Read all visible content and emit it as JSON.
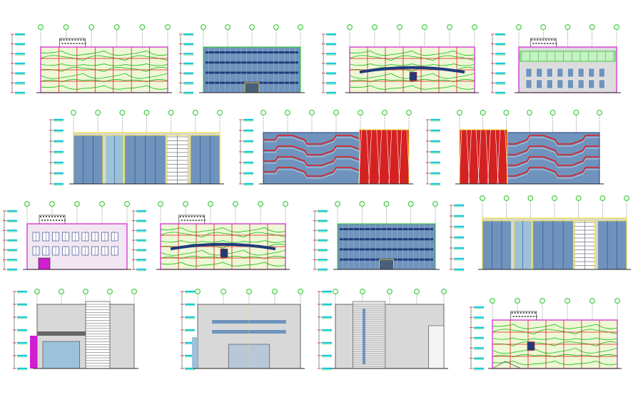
{
  "sheet": {
    "background": "#ffffff",
    "palette": {
      "blue_glass": "#6f93bd",
      "dark_blue": "#203a7a",
      "green": "#21c621",
      "red": "#e21b1b",
      "magenta": "#d01ed0",
      "yellow": "#f0e21a",
      "cyan": "#19c9d9",
      "grey": "#d8d8d8",
      "light_blue": "#9cc2db",
      "dark": "#333333"
    },
    "elevations": [
      {
        "id": "elev-r1-1",
        "style": "green_wave",
        "grid_count": 6,
        "roof": "top",
        "entrance": "centre-door"
      },
      {
        "id": "elev-r1-2",
        "style": "blue_bands",
        "grid_count": 5,
        "roof": "none",
        "entrance": "centre-door"
      },
      {
        "id": "elev-r1-3",
        "style": "green_wave",
        "grid_count": 6,
        "roof": "none",
        "entrance": "blue-canopy"
      },
      {
        "id": "elev-r1-4",
        "style": "green_windows",
        "grid_count": 5,
        "roof": "top",
        "entrance": "windows"
      },
      {
        "id": "elev-r2-1",
        "style": "mixed_towers",
        "grid_count": 7,
        "roof": "none",
        "entrance": "none"
      },
      {
        "id": "elev-r2-2",
        "style": "red_feature",
        "grid_count": 7,
        "roof": "none",
        "entrance": "right"
      },
      {
        "id": "elev-r2-3",
        "style": "red_feature",
        "grid_count": 7,
        "roof": "none",
        "entrance": "left"
      },
      {
        "id": "elev-r3-1",
        "style": "pink_windows",
        "grid_count": 5,
        "roof": "top",
        "entrance": "windows"
      },
      {
        "id": "elev-r3-2",
        "style": "green_wave",
        "grid_count": 6,
        "roof": "top",
        "entrance": "blue-canopy"
      },
      {
        "id": "elev-r3-3",
        "style": "blue_bands",
        "grid_count": 5,
        "roof": "none",
        "entrance": "centre-door"
      },
      {
        "id": "elev-r3-4",
        "style": "mixed_towers",
        "grid_count": 7,
        "roof": "none",
        "entrance": "none"
      },
      {
        "id": "elev-r4-1",
        "style": "grey_block",
        "grid_count": 5,
        "roof": "none",
        "entrance": "left"
      },
      {
        "id": "elev-r4-2",
        "style": "grey_block",
        "grid_count": 5,
        "roof": "none",
        "entrance": "centre-door"
      },
      {
        "id": "elev-r4-3",
        "style": "grey_block",
        "grid_count": 5,
        "roof": "none",
        "entrance": "none"
      },
      {
        "id": "elev-r4-4",
        "style": "green_wave",
        "grid_count": 6,
        "roof": "top",
        "entrance": "small-door"
      }
    ]
  }
}
